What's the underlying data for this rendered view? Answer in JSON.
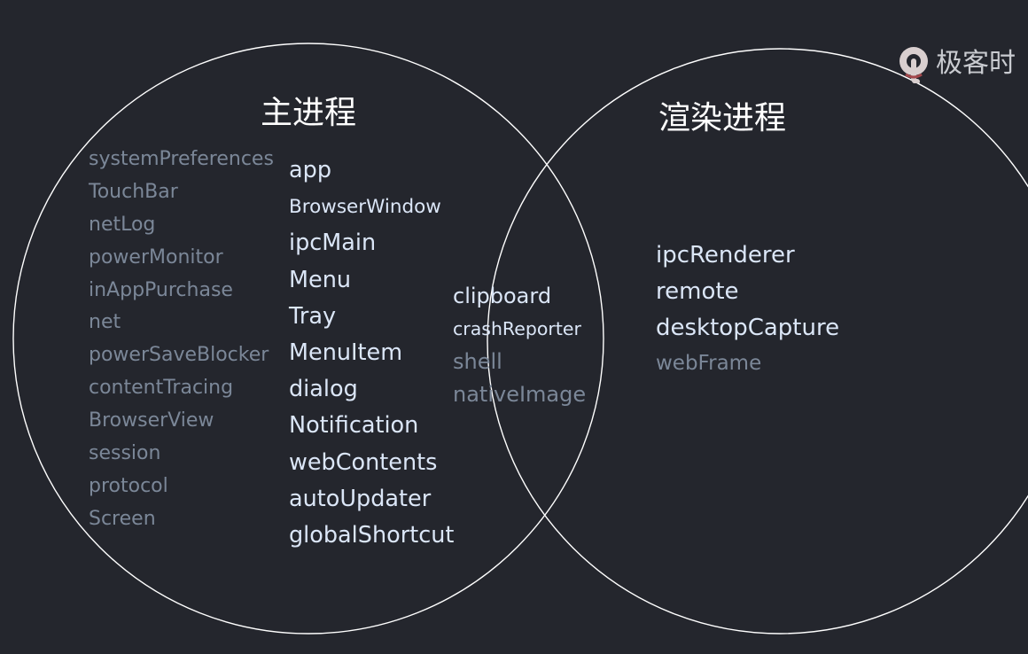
{
  "brand": {
    "logo_text": "极客时"
  },
  "diagram": {
    "main_process": {
      "title": "主进程",
      "main_only_modules": [
        "systemPreferences",
        "TouchBar",
        "netLog",
        "powerMonitor",
        "inAppPurchase",
        "net",
        "powerSaveBlocker",
        "contentTracing",
        "BrowserView",
        "session",
        "protocol",
        "Screen"
      ],
      "modules": [
        "app",
        "BrowserWindow",
        "ipcMain",
        "Menu",
        "Tray",
        "MenuItem",
        "dialog",
        "Notification",
        "webContents",
        "autoUpdater",
        "globalShortcut"
      ]
    },
    "shared": {
      "modules": [
        "clipboard",
        "crashReporter",
        "shell",
        "nativeImage"
      ]
    },
    "renderer_process": {
      "title": "渲染进程",
      "modules": [
        "ipcRenderer",
        "remote",
        "desktopCapture",
        "webFrame"
      ]
    },
    "colors": {
      "background": "#24262d",
      "circle_stroke": "#ffffff",
      "bright_text": "#dbe6f7",
      "dim_text": "#7b8798"
    }
  }
}
